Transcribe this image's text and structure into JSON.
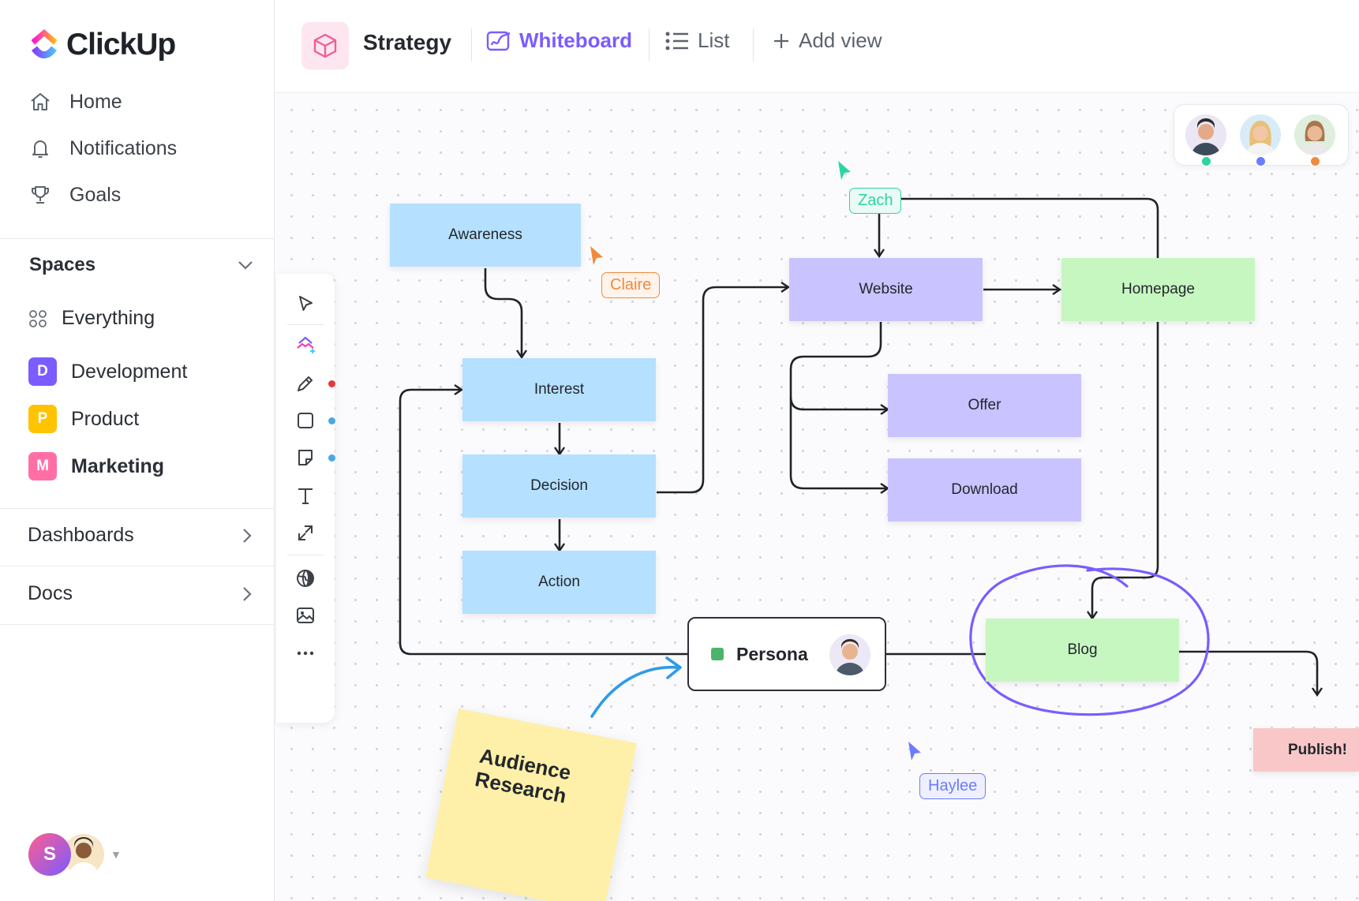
{
  "app": {
    "name": "ClickUp"
  },
  "sidebar": {
    "nav": [
      {
        "label": "Home",
        "icon": "home-icon"
      },
      {
        "label": "Notifications",
        "icon": "bell-icon"
      },
      {
        "label": "Goals",
        "icon": "trophy-icon"
      }
    ],
    "spaces_heading": "Spaces",
    "everything_label": "Everything",
    "spaces": [
      {
        "letter": "D",
        "label": "Development",
        "color": "#7b5cff"
      },
      {
        "letter": "P",
        "label": "Product",
        "color": "#ffc300"
      },
      {
        "letter": "M",
        "label": "Marketing",
        "color": "#ff6fa5"
      }
    ],
    "dashboards_label": "Dashboards",
    "docs_label": "Docs",
    "user_initial": "S"
  },
  "header": {
    "title": "Strategy",
    "tabs": {
      "whiteboard": "Whiteboard",
      "list": "List",
      "add_view": "Add view"
    }
  },
  "canvas": {
    "nodes": {
      "awareness": "Awareness",
      "interest": "Interest",
      "decision": "Decision",
      "action": "Action",
      "website": "Website",
      "homepage": "Homepage",
      "offer": "Offer",
      "download": "Download",
      "blog": "Blog",
      "publish": "Publish!"
    },
    "persona_label": "Persona",
    "sticky_text": "Audience\nResearch",
    "cursors": {
      "claire": {
        "name": "Claire",
        "color": "#f08a3c"
      },
      "zach": {
        "name": "Zach",
        "color": "#2ed3a3"
      },
      "haylee": {
        "name": "Haylee",
        "color": "#6b7cff"
      }
    },
    "presence_dots": [
      "#2ed3a3",
      "#6b7cff",
      "#f08a3c"
    ]
  },
  "colors": {
    "accent": "#7b5cff",
    "blue_node": "#b5e0ff",
    "purple_node": "#c9c3ff",
    "green_node": "#c7f7c0",
    "pink_node": "#f9c7c7"
  }
}
